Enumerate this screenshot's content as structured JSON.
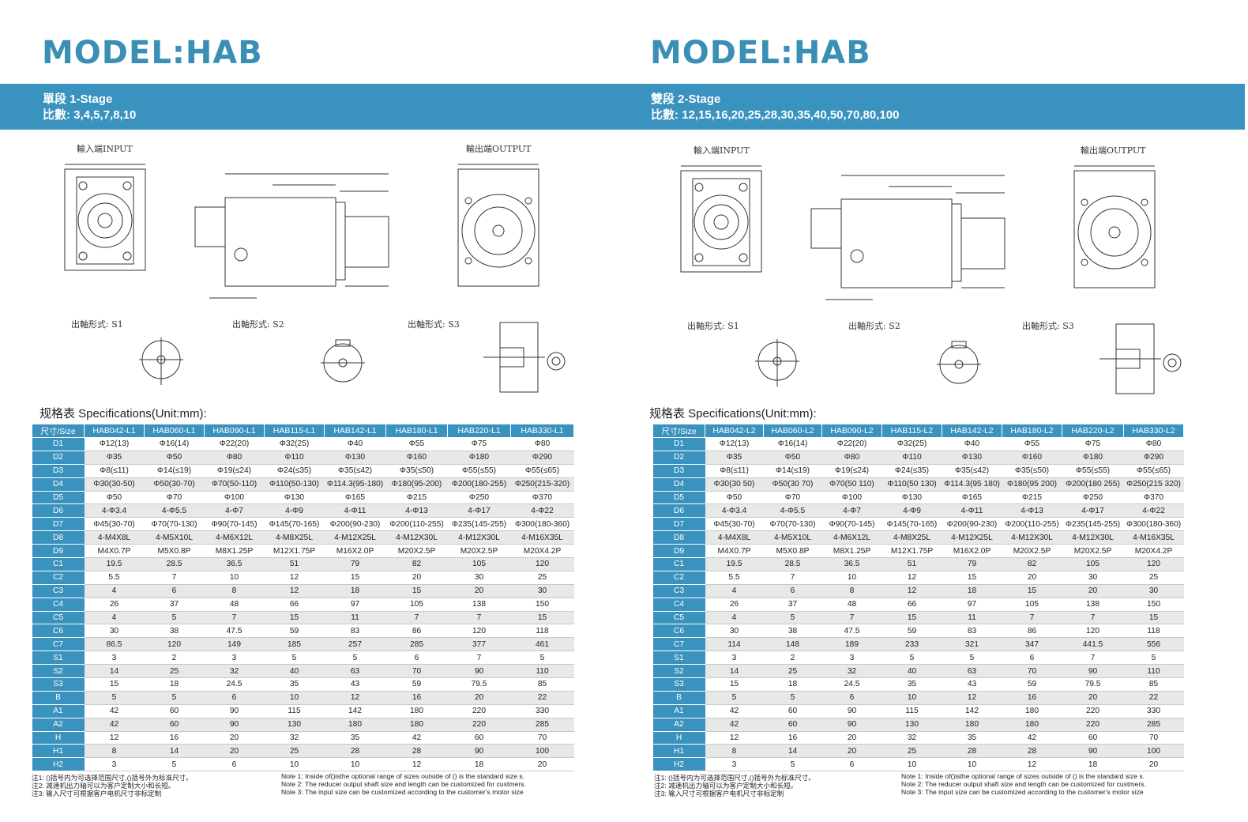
{
  "colors": {
    "accent": "#3a92be",
    "title": "#3b8fb5"
  },
  "pages": [
    {
      "title": "MODEL:HAB",
      "stage": "單段 1-Stage",
      "ratio": "比數: 3,4,5,7,8,10",
      "drawing": {
        "input": "輸入端INPUT",
        "output": "輸出端OUTPUT",
        "s1": "出軸形式: S1",
        "s2": "出軸形式: S2",
        "s3": "出軸形式: S3"
      },
      "spec_heading": "规格表 Specifications(Unit:mm):",
      "notes_cn": [
        "注1: ()括号内为可选择范围尺寸,()括号外为标准尺寸。",
        "注2: 减速机出力轴可以为客户定制大小和长短。",
        "注3: 输入尺寸可根据客户电机尺寸非标定制"
      ],
      "notes_en": [
        "Note 1: Inside of()isthe optional range of sizes outside of () is the standard size s.",
        "Note 2: The reducer output shaft size and length can be customized for custmers.",
        "Note 3: The input size can be customized according to the customer's motor size"
      ],
      "table": {
        "headers": [
          "尺寸/Size",
          "HAB042-L1",
          "HAB060-L1",
          "HAB090-L1",
          "HAB115-L1",
          "HAB142-L1",
          "HAB180-L1",
          "HAB220-L1",
          "HAB330-L1"
        ],
        "rows": [
          [
            "D1",
            "Φ12(13)",
            "Φ16(14)",
            "Φ22(20)",
            "Φ32(25)",
            "Φ40",
            "Φ55",
            "Φ75",
            "Φ80"
          ],
          [
            "D2",
            "Φ35",
            "Φ50",
            "Φ80",
            "Φ110",
            "Φ130",
            "Φ160",
            "Φ180",
            "Φ290"
          ],
          [
            "D3",
            "Φ8(≤11)",
            "Φ14(≤19)",
            "Φ19(≤24)",
            "Φ24(≤35)",
            "Φ35(≤42)",
            "Φ35(≤50)",
            "Φ55(≤55)",
            "Φ55(≤65)"
          ],
          [
            "D4",
            "Φ30(30-50)",
            "Φ50(30-70)",
            "Φ70(50-110)",
            "Φ110(50-130)",
            "Φ114.3(95-180)",
            "Φ180(95-200)",
            "Φ200(180-255)",
            "Φ250(215-320)"
          ],
          [
            "D5",
            "Φ50",
            "Φ70",
            "Φ100",
            "Φ130",
            "Φ165",
            "Φ215",
            "Φ250",
            "Φ370"
          ],
          [
            "D6",
            "4-Φ3.4",
            "4-Φ5.5",
            "4-Φ7",
            "4-Φ9",
            "4-Φ11",
            "4-Φ13",
            "4-Φ17",
            "4-Φ22"
          ],
          [
            "D7",
            "Φ45(30-70)",
            "Φ70(70-130)",
            "Φ90(70-145)",
            "Φ145(70-165)",
            "Φ200(90-230)",
            "Φ200(110-255)",
            "Φ235(145-255)",
            "Φ300(180-360)"
          ],
          [
            "D8",
            "4-M4X8L",
            "4-M5X10L",
            "4-M6X12L",
            "4-M8X25L",
            "4-M12X25L",
            "4-M12X30L",
            "4-M12X30L",
            "4-M16X35L"
          ],
          [
            "D9",
            "M4X0.7P",
            "M5X0.8P",
            "M8X1.25P",
            "M12X1.75P",
            "M16X2.0P",
            "M20X2.5P",
            "M20X2.5P",
            "M20X4.2P"
          ],
          [
            "C1",
            "19.5",
            "28.5",
            "36.5",
            "51",
            "79",
            "82",
            "105",
            "120"
          ],
          [
            "C2",
            "5.5",
            "7",
            "10",
            "12",
            "15",
            "20",
            "30",
            "25"
          ],
          [
            "C3",
            "4",
            "6",
            "8",
            "12",
            "18",
            "15",
            "20",
            "30"
          ],
          [
            "C4",
            "26",
            "37",
            "48",
            "66",
            "97",
            "105",
            "138",
            "150"
          ],
          [
            "C5",
            "4",
            "5",
            "7",
            "15",
            "11",
            "7",
            "7",
            "15"
          ],
          [
            "C6",
            "30",
            "38",
            "47.5",
            "59",
            "83",
            "86",
            "120",
            "118"
          ],
          [
            "C7",
            "86.5",
            "120",
            "149",
            "185",
            "257",
            "285",
            "377",
            "461"
          ],
          [
            "S1",
            "3",
            "2",
            "3",
            "5",
            "5",
            "6",
            "7",
            "5"
          ],
          [
            "S2",
            "14",
            "25",
            "32",
            "40",
            "63",
            "70",
            "90",
            "110"
          ],
          [
            "S3",
            "15",
            "18",
            "24.5",
            "35",
            "43",
            "59",
            "79.5",
            "85"
          ],
          [
            "B",
            "5",
            "5",
            "6",
            "10",
            "12",
            "16",
            "20",
            "22"
          ],
          [
            "A1",
            "42",
            "60",
            "90",
            "115",
            "142",
            "180",
            "220",
            "330"
          ],
          [
            "A2",
            "42",
            "60",
            "90",
            "130",
            "180",
            "180",
            "220",
            "285"
          ],
          [
            "H",
            "12",
            "16",
            "20",
            "32",
            "35",
            "42",
            "60",
            "70"
          ],
          [
            "H1",
            "8",
            "14",
            "20",
            "25",
            "28",
            "28",
            "90",
            "100"
          ],
          [
            "H2",
            "3",
            "5",
            "6",
            "10",
            "10",
            "12",
            "18",
            "20"
          ]
        ]
      }
    },
    {
      "title": "MODEL:HAB",
      "stage": "雙段 2-Stage",
      "ratio": "比數: 12,15,16,20,25,28,30,35,40,50,70,80,100",
      "drawing": {
        "input": "輸入端INPUT",
        "output": "輸出端OUTPUT",
        "s1": "出軸形式: S1",
        "s2": "出軸形式: S2",
        "s3": "出軸形式: S3"
      },
      "spec_heading": "规格表 Specifications(Unit:mm):",
      "notes_cn": [
        "注1: ()括号内为可选择范围尺寸,()括号外为标准尺寸。",
        "注2: 减速机出力轴可以为客户定制大小和长短。",
        "注3: 输入尺寸可根据客户电机尺寸非标定制"
      ],
      "notes_en": [
        "Note 1: Inside of()isthe optional range of sizes outside of () is the standard size s.",
        "Note 2: The reducer output shaft size and length can be customized for custmers.",
        "Note 3: The input size can be customized according to the customer's motor size"
      ],
      "table": {
        "headers": [
          "尺寸/Size",
          "HAB042-L2",
          "HAB060-L2",
          "HAB090-L2",
          "HAB115-L2",
          "HAB142-L2",
          "HAB180-L2",
          "HAB220-L2",
          "HAB330-L2"
        ],
        "rows": [
          [
            "D1",
            "Φ12(13)",
            "Φ16(14)",
            "Φ22(20)",
            "Φ32(25)",
            "Φ40",
            "Φ55",
            "Φ75",
            "Φ80"
          ],
          [
            "D2",
            "Φ35",
            "Φ50",
            "Φ80",
            "Φ110",
            "Φ130",
            "Φ160",
            "Φ180",
            "Φ290"
          ],
          [
            "D3",
            "Φ8(≤11)",
            "Φ14(≤19)",
            "Φ19(≤24)",
            "Φ24(≤35)",
            "Φ35(≤42)",
            "Φ35(≤50)",
            "Φ55(≤55)",
            "Φ55(≤65)"
          ],
          [
            "D4",
            "Φ30(30 50)",
            "Φ50(30 70)",
            "Φ70(50 110)",
            "Φ110(50 130)",
            "Φ114.3(95 180)",
            "Φ180(95 200)",
            "Φ200(180 255)",
            "Φ250(215 320)"
          ],
          [
            "D5",
            "Φ50",
            "Φ70",
            "Φ100",
            "Φ130",
            "Φ165",
            "Φ215",
            "Φ250",
            "Φ370"
          ],
          [
            "D6",
            "4-Φ3.4",
            "4-Φ5.5",
            "4-Φ7",
            "4-Φ9",
            "4-Φ11",
            "4-Φ13",
            "4-Φ17",
            "4-Φ22"
          ],
          [
            "D7",
            "Φ45(30-70)",
            "Φ70(70-130)",
            "Φ90(70-145)",
            "Φ145(70-165)",
            "Φ200(90-230)",
            "Φ200(110-255)",
            "Φ235(145-255)",
            "Φ300(180-360)"
          ],
          [
            "D8",
            "4-M4X8L",
            "4-M5X10L",
            "4-M6X12L",
            "4-M8X25L",
            "4-M12X25L",
            "4-M12X30L",
            "4-M12X30L",
            "4-M16X35L"
          ],
          [
            "D9",
            "M4X0.7P",
            "M5X0.8P",
            "M8X1.25P",
            "M12X1.75P",
            "M16X2.0P",
            "M20X2.5P",
            "M20X2.5P",
            "M20X4.2P"
          ],
          [
            "C1",
            "19.5",
            "28.5",
            "36.5",
            "51",
            "79",
            "82",
            "105",
            "120"
          ],
          [
            "C2",
            "5.5",
            "7",
            "10",
            "12",
            "15",
            "20",
            "30",
            "25"
          ],
          [
            "C3",
            "4",
            "6",
            "8",
            "12",
            "18",
            "15",
            "20",
            "30"
          ],
          [
            "C4",
            "26",
            "37",
            "48",
            "66",
            "97",
            "105",
            "138",
            "150"
          ],
          [
            "C5",
            "4",
            "5",
            "7",
            "15",
            "11",
            "7",
            "7",
            "15"
          ],
          [
            "C6",
            "30",
            "38",
            "47.5",
            "59",
            "83",
            "86",
            "120",
            "118"
          ],
          [
            "C7",
            "114",
            "148",
            "189",
            "233",
            "321",
            "347",
            "441.5",
            "556"
          ],
          [
            "S1",
            "3",
            "2",
            "3",
            "5",
            "5",
            "6",
            "7",
            "5"
          ],
          [
            "S2",
            "14",
            "25",
            "32",
            "40",
            "63",
            "70",
            "90",
            "110"
          ],
          [
            "S3",
            "15",
            "18",
            "24.5",
            "35",
            "43",
            "59",
            "79.5",
            "85"
          ],
          [
            "B",
            "5",
            "5",
            "6",
            "10",
            "12",
            "16",
            "20",
            "22"
          ],
          [
            "A1",
            "42",
            "60",
            "90",
            "115",
            "142",
            "180",
            "220",
            "330"
          ],
          [
            "A2",
            "42",
            "60",
            "90",
            "130",
            "180",
            "180",
            "220",
            "285"
          ],
          [
            "H",
            "12",
            "16",
            "20",
            "32",
            "35",
            "42",
            "60",
            "70"
          ],
          [
            "H1",
            "8",
            "14",
            "20",
            "25",
            "28",
            "28",
            "90",
            "100"
          ],
          [
            "H2",
            "3",
            "5",
            "6",
            "10",
            "10",
            "12",
            "18",
            "20"
          ]
        ]
      }
    }
  ]
}
